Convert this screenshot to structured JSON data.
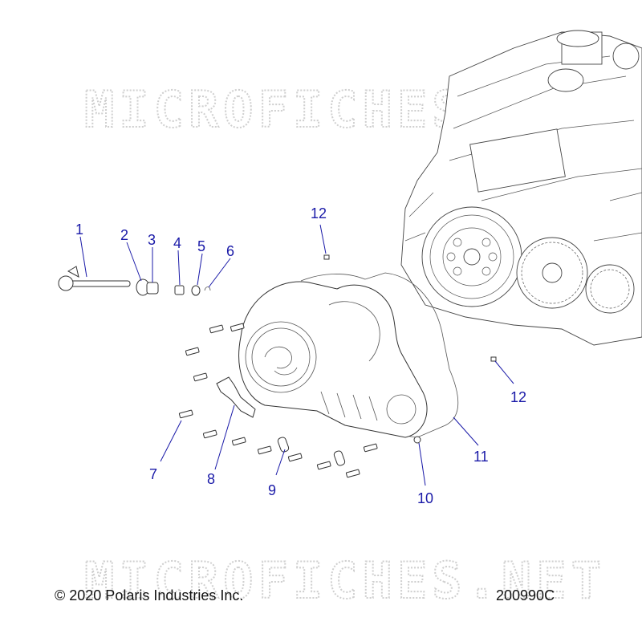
{
  "watermark": "MICROFICHES.NET",
  "callouts": [
    {
      "id": "1",
      "label": "1"
    },
    {
      "id": "2",
      "label": "2"
    },
    {
      "id": "3",
      "label": "3"
    },
    {
      "id": "4",
      "label": "4"
    },
    {
      "id": "5",
      "label": "5"
    },
    {
      "id": "6",
      "label": "6"
    },
    {
      "id": "7",
      "label": "7"
    },
    {
      "id": "8",
      "label": "8"
    },
    {
      "id": "9",
      "label": "9"
    },
    {
      "id": "10",
      "label": "10"
    },
    {
      "id": "11",
      "label": "11"
    },
    {
      "id": "12a",
      "label": "12"
    },
    {
      "id": "12b",
      "label": "12"
    }
  ],
  "footer": {
    "copyright": "© 2020 Polaris Industries Inc.",
    "drawing_id": "200990C"
  },
  "colors": {
    "callout": "#1a1aa8",
    "watermark": "#cfcfcf",
    "lines": "#333333"
  }
}
